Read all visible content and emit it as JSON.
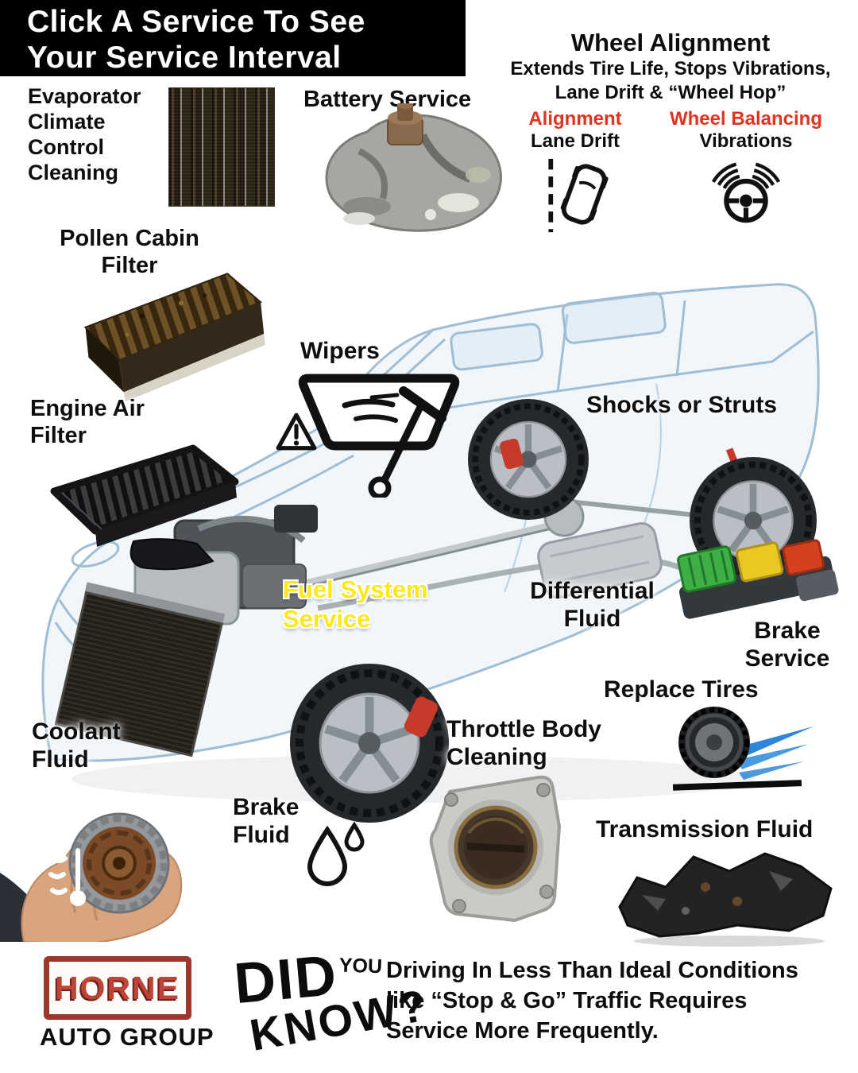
{
  "banner": {
    "line1": "Click A Service To See",
    "line2": "Your Service Interval"
  },
  "wheel_alignment": {
    "title": "Wheel Alignment",
    "subtitle_line1": "Extends Tire Life,  Stops Vibrations,",
    "subtitle_line2": "Lane Drift & “Wheel Hop”",
    "alignment_label": "Alignment",
    "alignment_sub": "Lane Drift",
    "balancing_label": "Wheel Balancing",
    "balancing_sub": "Vibrations"
  },
  "labels": {
    "evaporator": "Evaporator\nClimate\nControl\nCleaning",
    "battery": "Battery Service",
    "pollen_filter": "Pollen Cabin\nFilter",
    "engine_air_filter": "Engine Air\nFilter",
    "wipers": "Wipers",
    "shocks": "Shocks or Struts",
    "fuel_system": "Fuel System\nService",
    "differential": "Differential\nFluid",
    "brake_service": "Brake\nService",
    "replace_tires": "Replace Tires",
    "coolant": "Coolant\nFluid",
    "brake_fluid": "Brake\nFluid",
    "throttle_body": "Throttle Body\nCleaning",
    "transmission": "Transmission Fluid"
  },
  "footer": {
    "logo_text": "HORNE",
    "logo_sub": "AUTO GROUP",
    "dyk_word1": "DID",
    "dyk_word2": "YOU",
    "dyk_word3": "KNOW?",
    "message": "Driving In Less Than Ideal Conditions\nlike “Stop & Go” Traffic Requires\nService More Frequently."
  },
  "colors": {
    "accent_red": "#e03422",
    "highlight_yellow": "#ffe81a",
    "logo_red": "#bd4438",
    "banner_bg": "#000000",
    "blueprint_blue": "#9fbdd4"
  }
}
